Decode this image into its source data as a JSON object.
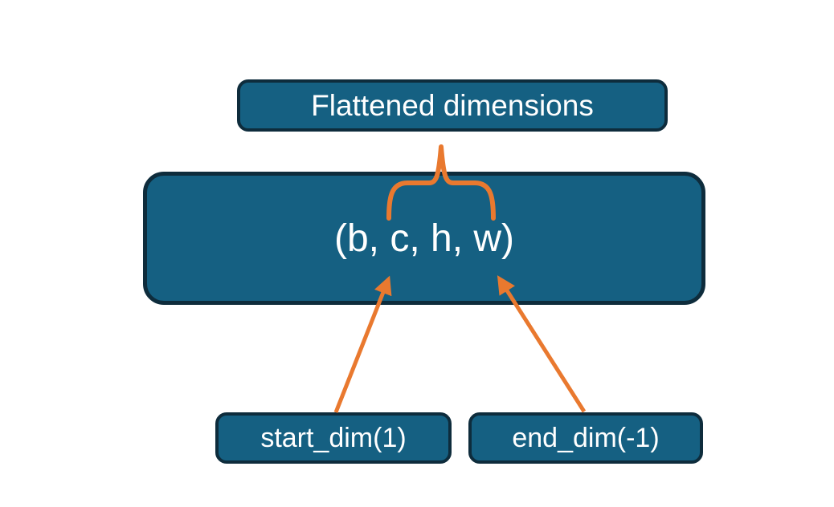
{
  "diagram": {
    "title_box": {
      "label": "Flattened dimensions"
    },
    "main_box": {
      "label": "(b, c, h, w)"
    },
    "start_box": {
      "label": "start_dim(1)"
    },
    "end_box": {
      "label": "end_dim(-1)"
    }
  },
  "colors": {
    "box_fill": "#156082",
    "box_border": "#0e2c3c",
    "accent_orange": "#e9792f",
    "text": "#ffffff",
    "background": "#ffffff"
  }
}
